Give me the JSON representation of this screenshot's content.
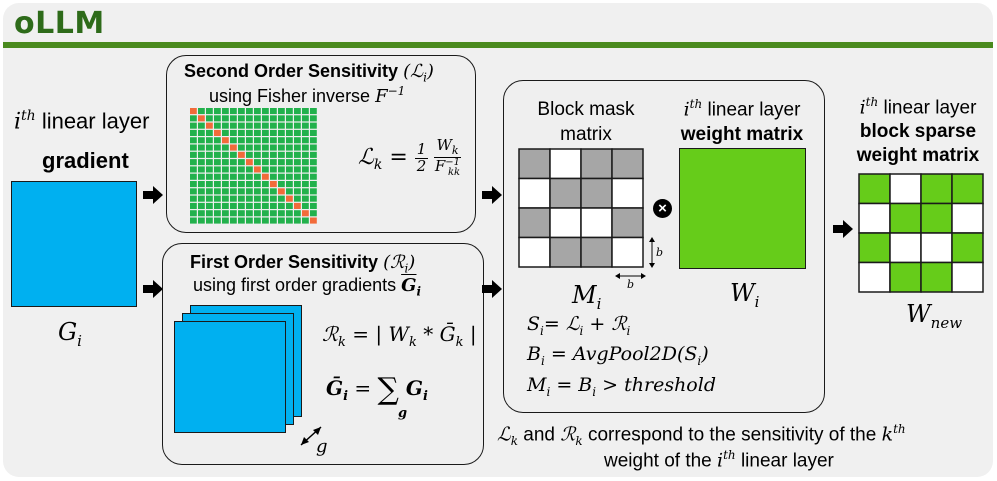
{
  "title": "oLLM",
  "gradient": {
    "line1_sup": "th",
    "line1_rest": " linear layer",
    "line2": "gradient",
    "symbol": "G",
    "subscript": "i"
  },
  "second_order": {
    "heading": "Second Order Sensitivity ",
    "heading_sym": "(ℒ",
    "heading_sub": "i",
    "heading_close": ")",
    "subheading": "using Fisher inverse ",
    "fisher_sym": "F",
    "fisher_sup": "−1",
    "formula_lhs": "ℒ",
    "formula_lhs_sub": "k",
    "formula_eq": " = ",
    "formula_frac1_num": "1",
    "formula_frac1_den": "2",
    "formula_frac2_num": "W",
    "formula_frac2_num_sub": "k",
    "formula_frac2_den": "F",
    "formula_frac2_den_sub": "kk",
    "formula_frac2_den_sup": "−1"
  },
  "first_order": {
    "heading": "First Order Sensitivity ",
    "heading_sym": "(ℛ",
    "heading_sub": "i",
    "heading_close": ")",
    "subheading": "using first order gradients ",
    "grad_sym": "G",
    "grad_sub": "i",
    "formula1": "ℛ",
    "formula1_sub": "k",
    "formula1_rest": " = | W",
    "formula1_rest_sub": "k",
    "formula1_mid": " * Ḡ",
    "formula1_mid_sub": "k",
    "formula1_end": " |",
    "formula2_lhs": "Ḡ",
    "formula2_lhs_sub": "i",
    "formula2_eq": " = ",
    "formula2_sum": "∑",
    "formula2_sum_sub": "g",
    "formula2_rhs": "G",
    "formula2_rhs_sub": "i",
    "stack_label": "g"
  },
  "mask": {
    "heading_line1": "Block mask",
    "heading_line2": "matrix",
    "symbol": "M",
    "subscript": "i",
    "dim_b_vertical": "b",
    "dim_b_horizontal": "b",
    "pattern": [
      [
        1,
        0,
        1,
        1
      ],
      [
        0,
        1,
        1,
        0
      ],
      [
        1,
        0,
        0,
        1
      ],
      [
        0,
        1,
        1,
        0
      ]
    ],
    "eq1": "S",
    "eq1_sub": "i",
    "eq1_rest": "= ℒ",
    "eq1_rest_sub": "i",
    "eq1_end": " + ℛ",
    "eq1_end_sub": "i",
    "eq2": "B",
    "eq2_sub": "i",
    "eq2_rest": " = AvgPool2D(S",
    "eq2_rest_sub": "i",
    "eq2_end": ")",
    "eq3": "M",
    "eq3_sub": "i",
    "eq3_rest": " = B",
    "eq3_rest_sub": "i",
    "eq3_end": " > threshold"
  },
  "weight": {
    "line1_sup": "th",
    "line1_rest": " linear layer",
    "line2": "weight matrix",
    "symbol": "W",
    "subscript": "i",
    "operator": "×"
  },
  "result": {
    "line1_sup": "th",
    "line1_rest": " linear layer",
    "line2": "block sparse",
    "line3": "weight matrix",
    "symbol": "W",
    "subscript": "new",
    "pattern": [
      [
        1,
        0,
        1,
        1
      ],
      [
        0,
        1,
        1,
        0
      ],
      [
        1,
        0,
        0,
        1
      ],
      [
        0,
        1,
        1,
        0
      ]
    ]
  },
  "footnote": {
    "l_sym": "ℒ",
    "l_sub": "k",
    "and": " and ",
    "r_sym": "ℛ",
    "r_sub": "k",
    "line1_rest": " correspond to the sensitivity of the ",
    "k_sym": "k",
    "k_sup": "th",
    "line2_a": "weight of the ",
    "i_sym": "i",
    "i_sup": "th",
    "line2_b": " linear layer"
  },
  "colors": {
    "title": "#2e6b1a",
    "title_bar": "#4a8a1e",
    "gradient_blue": "#00b0f0",
    "fisher_green": "#22b14c",
    "fisher_orange": "#f26b3a",
    "mask_gray": "#a6a6a6",
    "weight_green": "#66cc1a"
  }
}
